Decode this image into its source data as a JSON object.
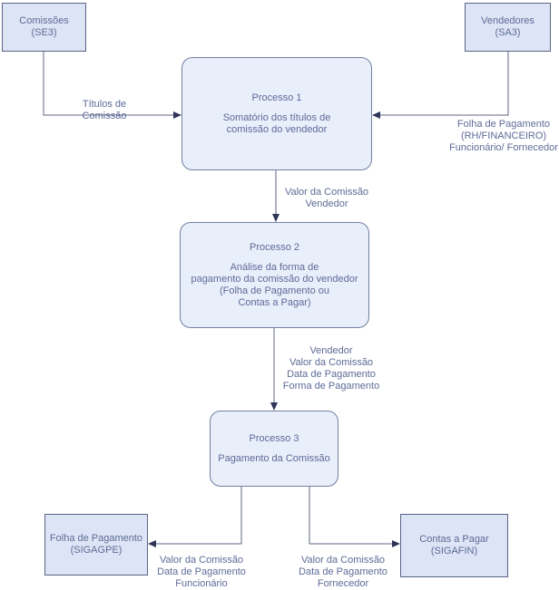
{
  "diagram": {
    "nodes": {
      "comissoes": {
        "label": "Comissões\n(SE3)"
      },
      "vendedores": {
        "label": "Vendedores\n(SA3)"
      },
      "processo1": {
        "title": "Processo 1",
        "body": "Somatório dos títulos de\ncomissão do vendedor"
      },
      "processo2": {
        "title": "Processo 2",
        "body": "Análise da forma de\npagamento da comissão do vendedor\n(Folha de Pagamento ou\nContas a Pagar)"
      },
      "processo3": {
        "title": "Processo 3",
        "body": "Pagamento da Comissão"
      },
      "folha_pagamento": {
        "label": "Folha de Pagamento\n(SIGAGPE)"
      },
      "contas_pagar": {
        "label": "Contas a Pagar\n(SIGAFIN)"
      }
    },
    "edge_labels": {
      "titulos_comissao": "Títulos de Comissão",
      "folha_rh": "Folha de Pagamento\n(RH/FINANCEIRO)\nFuncionário/ Fornecedor",
      "valor_comissao_vendedor": "Valor da Comissão\nVendedor",
      "detalhes_pagamento": "Vendedor\nValor da Comissão\nData de Pagamento\nForma de Pagamento",
      "valor_funcionario": "Valor da Comissão\nData de Pagamento\nFuncionário",
      "valor_fornecedor": "Valor da Comissão\nData de Pagamento\nFornecedor"
    },
    "colors": {
      "rect_fill": "#dce4f5",
      "rect_border": "#5a6487",
      "rounded_fill": "#e9eefb",
      "rounded_border": "#7280a0",
      "line": "#5f6784",
      "arrowhead": "#2e3559",
      "text": "#5e6b97"
    }
  }
}
